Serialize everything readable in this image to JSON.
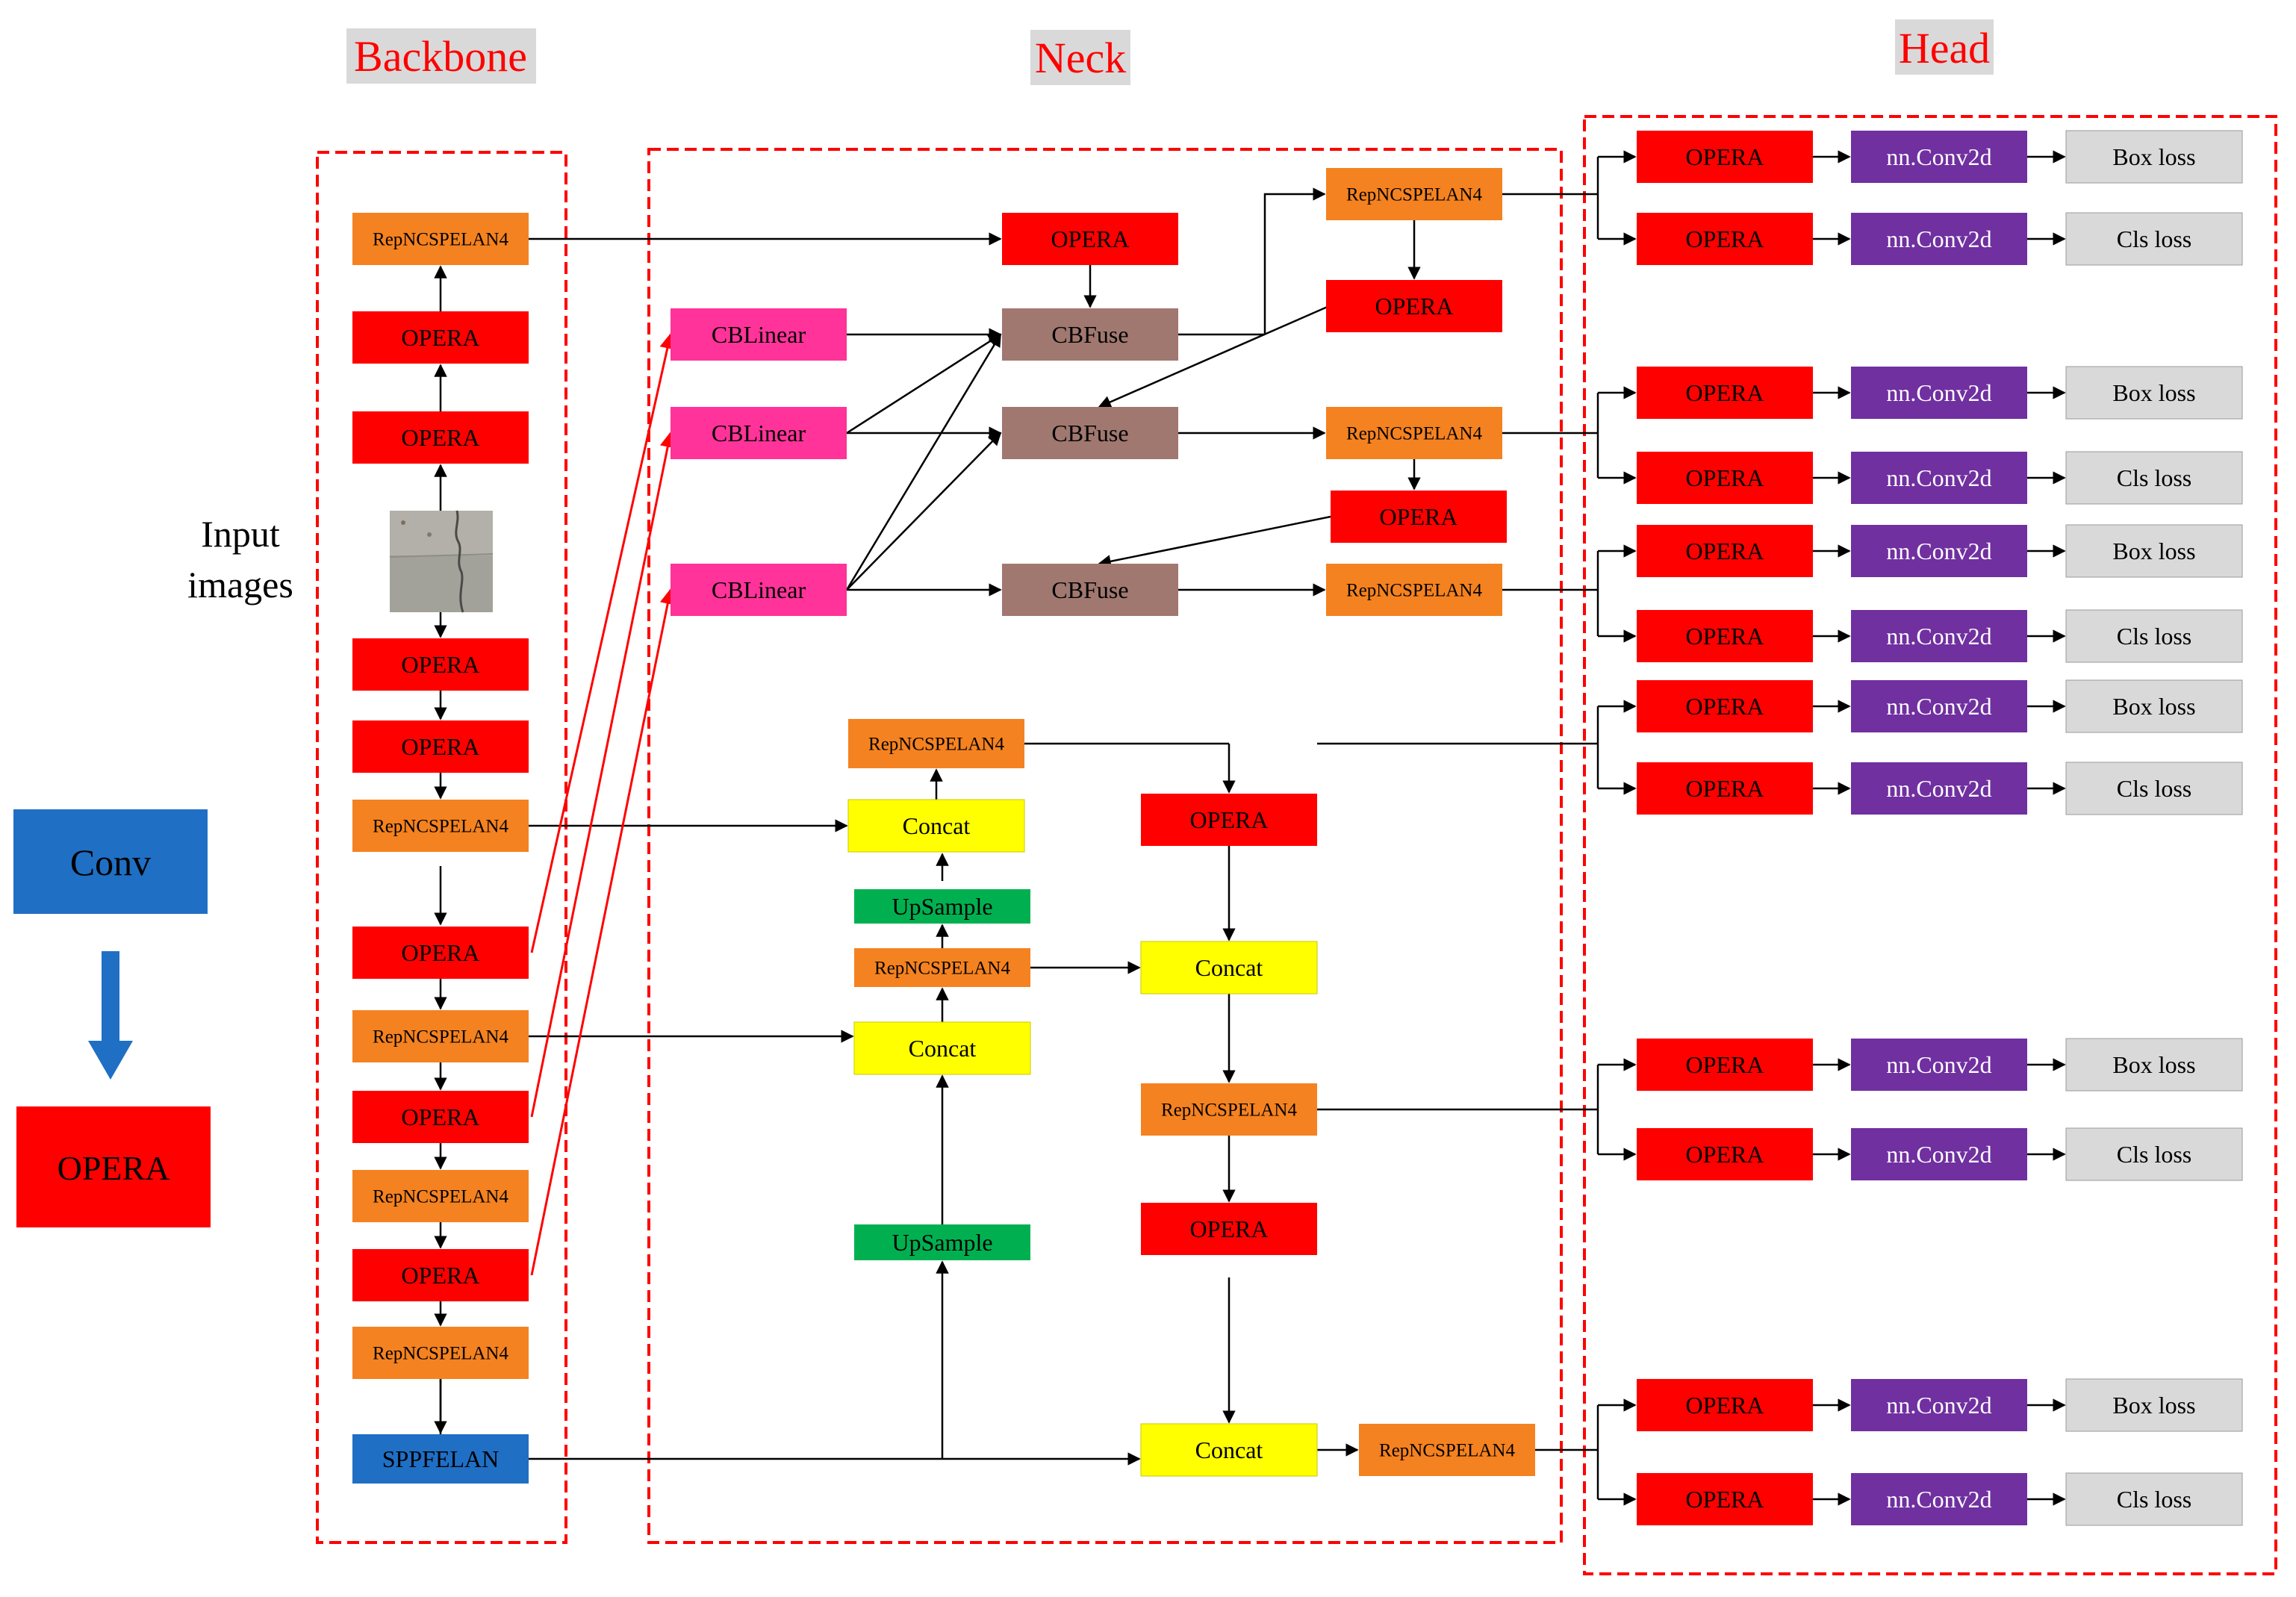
{
  "sections": {
    "backbone": "Backbone",
    "neck": "Neck",
    "head": "Head"
  },
  "input_label": [
    "Input",
    "images"
  ],
  "legend": {
    "conv": "Conv",
    "opera": "OPERA"
  },
  "labels": {
    "opera": "OPERA",
    "rep": "RepNCSPELAN4",
    "cblinear": "CBLinear",
    "cbfuse": "CBFuse",
    "concat": "Concat",
    "upsample": "UpSample",
    "sppfelan": "SPPFELAN",
    "conv2d": "nn.Conv2d",
    "box_loss": "Box loss",
    "cls_loss": "Cls loss"
  },
  "colors": {
    "opera": "#ff0000",
    "rep": "#f58220",
    "conv": "#1f6fc5",
    "cblinear": "#ff3399",
    "cbfuse": "#a07870",
    "concat": "#ffff00",
    "upsample": "#00b050",
    "conv2d": "#7030a0",
    "loss": "#d9d9d9",
    "section_title": "#ff0000",
    "dash": "#ff0000"
  }
}
